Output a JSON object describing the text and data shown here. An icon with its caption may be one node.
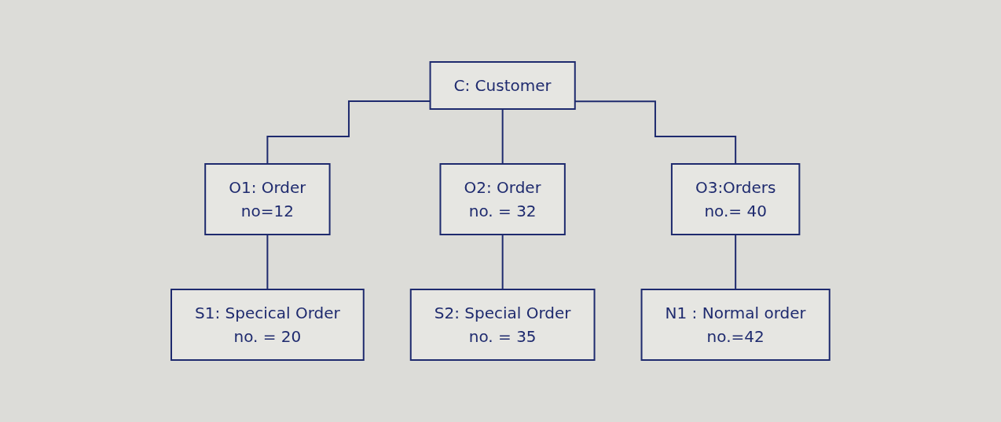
{
  "diagram": {
    "nodes": [
      {
        "text": [
          "C: Customer"
        ]
      },
      {
        "text": [
          "O1: Order",
          "no=12"
        ]
      },
      {
        "text": [
          "O2: Order",
          "no. = 32"
        ]
      },
      {
        "text": [
          "O3:Orders",
          "no.= 40"
        ]
      },
      {
        "text": [
          "S1: Specical Order",
          "no. = 20"
        ]
      },
      {
        "text": [
          "S2: Special Order",
          "no. = 35"
        ]
      },
      {
        "text": [
          "N1 : Normal order",
          "no.=42"
        ]
      }
    ],
    "edges": [
      {
        "from": 0,
        "to": 1,
        "arrow": "none"
      },
      {
        "from": 0,
        "to": 2,
        "arrow": "none"
      },
      {
        "from": 0,
        "to": 3,
        "arrow": "none"
      },
      {
        "from": 1,
        "to": 4,
        "arrow": "none"
      },
      {
        "from": 2,
        "to": 5,
        "arrow": "none"
      },
      {
        "from": 3,
        "to": 6,
        "arrow": "none"
      }
    ]
  }
}
